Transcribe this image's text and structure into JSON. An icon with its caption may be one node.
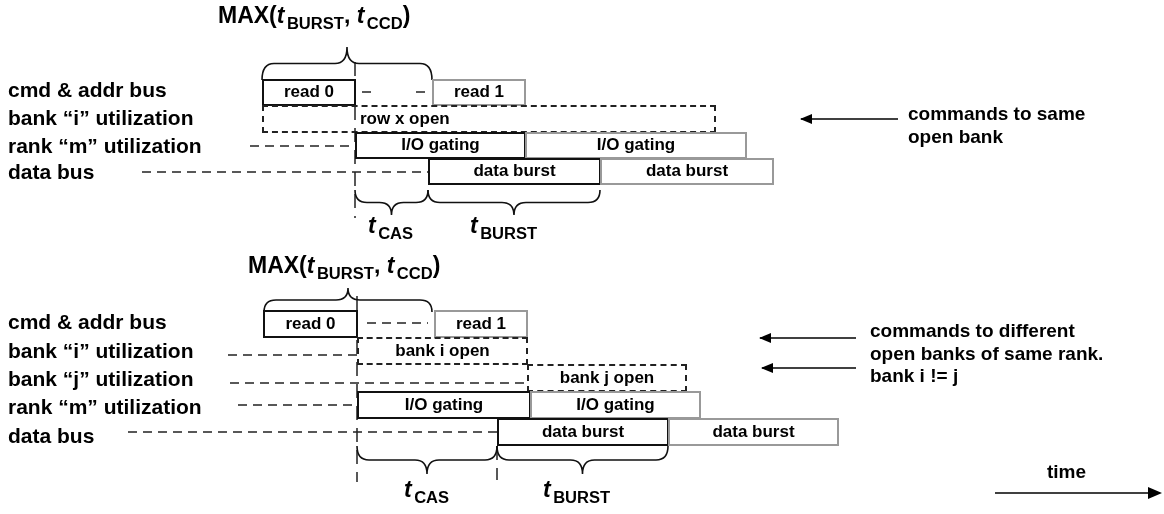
{
  "diagram": {
    "nodes": [
      {
        "text": [
          "read 0"
        ]
      },
      {
        "text": [
          "read 1"
        ]
      },
      {
        "text": [
          "row x open"
        ]
      },
      {
        "text": [
          "I/O gating"
        ]
      },
      {
        "text": [
          "I/O gating"
        ]
      },
      {
        "text": [
          "data burst"
        ]
      },
      {
        "text": [
          "data burst"
        ]
      },
      {
        "text": [
          "commands to same open bank"
        ]
      },
      {
        "text": [
          "read 0"
        ]
      },
      {
        "text": [
          "read 1"
        ]
      },
      {
        "text": [
          "bank i open"
        ]
      },
      {
        "text": [
          "bank j open"
        ]
      },
      {
        "text": [
          "I/O gating"
        ]
      },
      {
        "text": [
          "I/O gating"
        ]
      },
      {
        "text": [
          "data burst"
        ]
      },
      {
        "text": [
          "data burst"
        ]
      },
      {
        "text": [
          "commands to different open banks of same rank. bank i != j"
        ]
      }
    ],
    "edges": [
      {
        "from": 7,
        "to": null,
        "arrow": "to"
      },
      {
        "from": 16,
        "to": null,
        "arrow": "to"
      },
      {
        "from": 16,
        "to": null,
        "arrow": "to"
      }
    ],
    "labels": [
      "MAX(*t*$_{BURST}$, *t*$_{CCD}$)",
      "cmd & addr bus",
      "bank “i” utilization",
      "rank “m” utilization",
      "data bus",
      "*t*$_{CAS}$",
      "*t*$_{BURST}$",
      "MAX(*t*$_{BURST}$, *t*$_{CCD}$)",
      "cmd & addr bus",
      "bank “i” utilization",
      "bank “j” utilization",
      "rank “m” utilization",
      "data bus",
      "*t*$_{CAS}$",
      "*t*$_{BURST}$",
      "time"
    ]
  }
}
